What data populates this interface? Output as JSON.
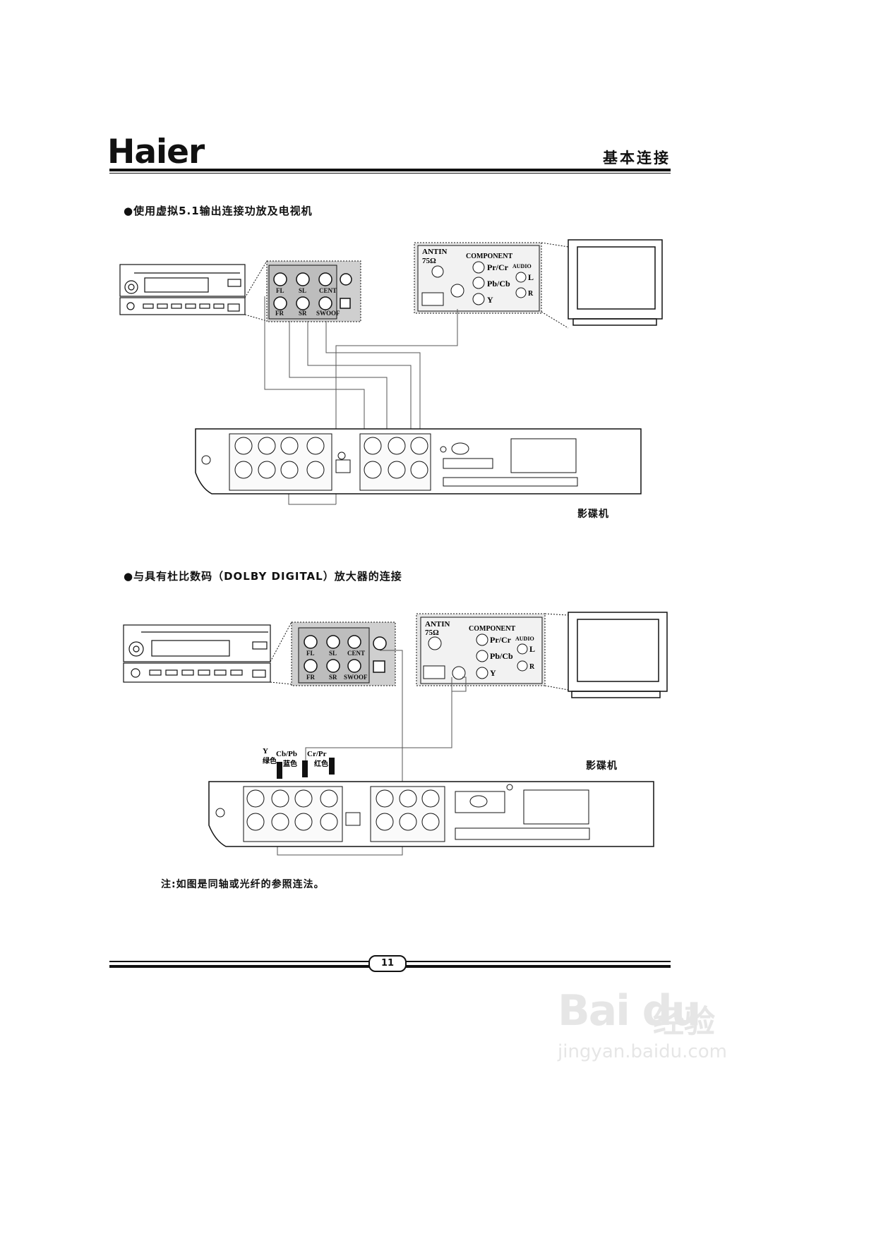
{
  "header": {
    "brand": "Haier",
    "section_title": "基本连接"
  },
  "diagram1": {
    "heading": "●使用虚拟5.1输出连接功放及电视机",
    "amp_panel": {
      "jacks_top": [
        "FL",
        "SL",
        "CENT"
      ],
      "jacks_bottom": [
        "FR",
        "SR",
        "SWOOF"
      ]
    },
    "tv_panel": {
      "antin": "ANTIN",
      "ohm": "75Ω",
      "component": "COMPONENT",
      "pr": "Pr/Cr",
      "pb": "Pb/Cb",
      "y": "Y",
      "audio": "AUDIO",
      "l": "L",
      "r": "R"
    },
    "player_caption": "影碟机"
  },
  "diagram2": {
    "heading": "●与具有杜比数码（DOLBY DIGITAL）放大器的连接",
    "amp_panel": {
      "jacks_top": [
        "FL",
        "SL",
        "CENT"
      ],
      "jacks_bottom": [
        "FR",
        "SR",
        "SWOOF"
      ]
    },
    "tv_panel": {
      "antin": "ANTIN",
      "ohm": "75Ω",
      "component": "COMPONENT",
      "pr": "Pr/Cr",
      "pb": "Pb/Cb",
      "y": "Y",
      "audio": "AUDIO",
      "l": "L",
      "r": "R"
    },
    "cable_labels": {
      "y": "Y",
      "y_cn": "绿色",
      "cb": "Cb/Pb",
      "cb_cn": "蓝色",
      "cr": "Cr/Pr",
      "cr_cn": "红色"
    },
    "player_caption": "影碟机"
  },
  "note": "注:如图是同轴或光纤的参照连法。",
  "footer": {
    "page_number": "11"
  },
  "watermark": {
    "brand": "Bai du",
    "cn": "经验",
    "url": "jingyan.baidu.com"
  }
}
